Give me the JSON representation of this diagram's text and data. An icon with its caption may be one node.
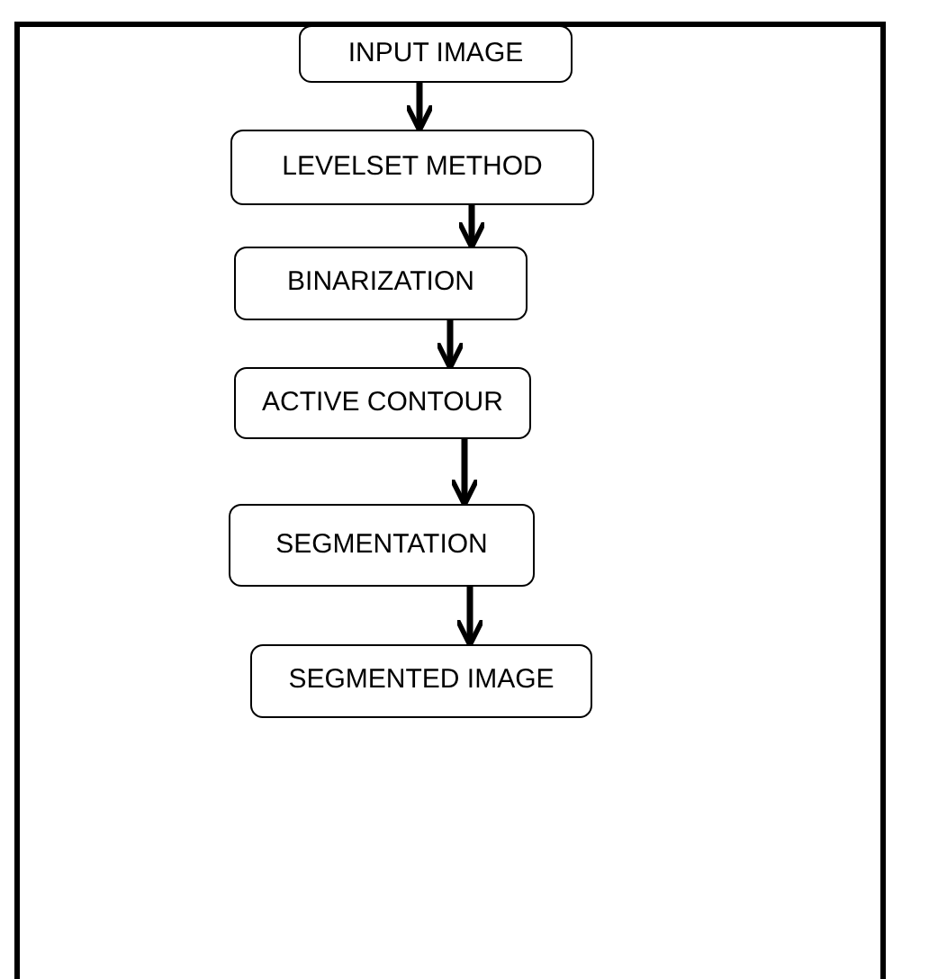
{
  "diagram": {
    "nodes": [
      {
        "text": [
          "INPUT IMAGE"
        ]
      },
      {
        "text": [
          "LEVELSET METHOD"
        ]
      },
      {
        "text": [
          "BINARIZATION"
        ]
      },
      {
        "text": [
          "ACTIVE CONTOUR"
        ]
      },
      {
        "text": [
          "SEGMENTATION"
        ]
      },
      {
        "text": [
          "SEGMENTED IMAGE"
        ]
      }
    ],
    "edges": [
      {
        "from": 0,
        "to": 1,
        "arrow": "to"
      },
      {
        "from": 1,
        "to": 2,
        "arrow": "to"
      },
      {
        "from": 2,
        "to": 3,
        "arrow": "to"
      },
      {
        "from": 3,
        "to": 4,
        "arrow": "to"
      },
      {
        "from": 4,
        "to": 5,
        "arrow": "to"
      }
    ]
  }
}
